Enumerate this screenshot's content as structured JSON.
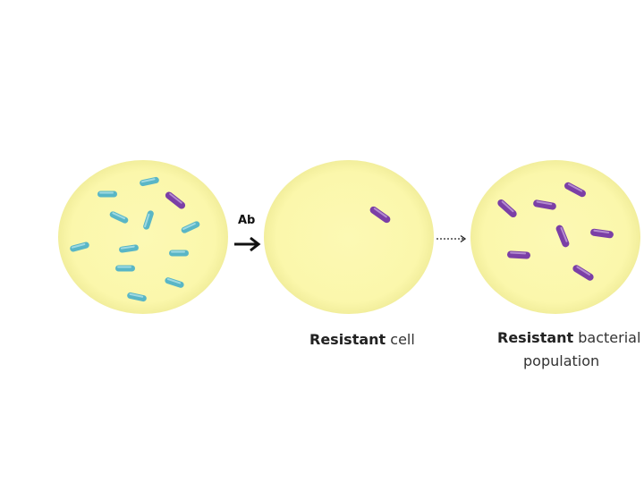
{
  "colors": {
    "dish_fill": "#fbf8ad",
    "dish_edge": "#f3efa0",
    "susceptible_bacterium": "#59b6c6",
    "susceptible_highlight": "#9fd9e2",
    "resistant_bacterium": "#7b3fa6",
    "resistant_highlight": "#b48bd0",
    "arrow": "#111111"
  },
  "arrow_label": "Ab",
  "captions": {
    "resistant_cell": {
      "bold": "Resistant",
      "rest": " cell"
    },
    "resistant_population": {
      "bold": "Resistant",
      "rest": " bacterial",
      "line2": "population"
    }
  }
}
